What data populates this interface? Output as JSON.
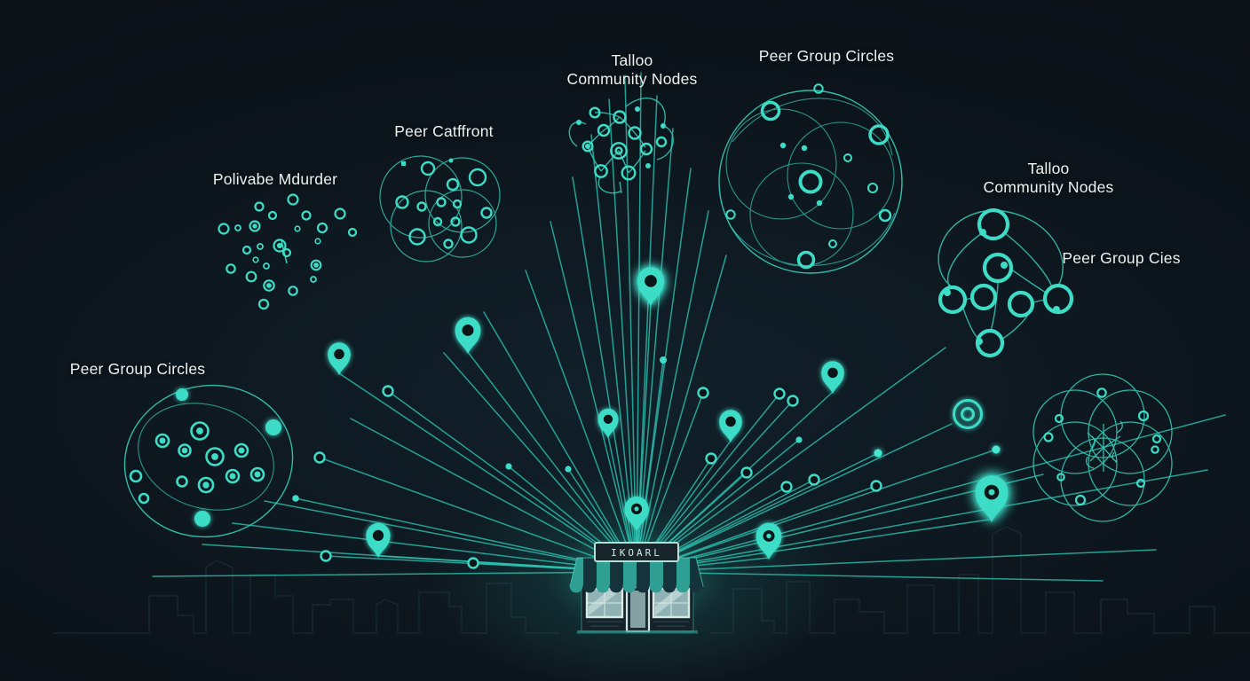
{
  "colors": {
    "background": "#0d151c",
    "accent": "#3ddcc6",
    "accent_dim": "#2cc7b5",
    "label_text": "#eef2f1"
  },
  "labels": {
    "scatter_cluster": "Polivabe Mdurder",
    "venn_cluster": "Peer Catffront",
    "top_community": {
      "line1": "Talloo",
      "line2": "Community Nodes"
    },
    "top_right_orbital": "Peer Group Circles",
    "right_community": {
      "line1": "Talloo",
      "line2": "Community Nodes"
    },
    "right_peer": "Peer Group Cies",
    "left_orbital": "Peer Group Circles"
  },
  "storefront": {
    "sign": "IKOARL"
  },
  "icons": {
    "map_pin": "map-pin-icon",
    "target": "target-rings-icon",
    "storefront": "storefront-icon",
    "network_cluster": "network-cluster",
    "city_skyline": "city-skyline"
  }
}
